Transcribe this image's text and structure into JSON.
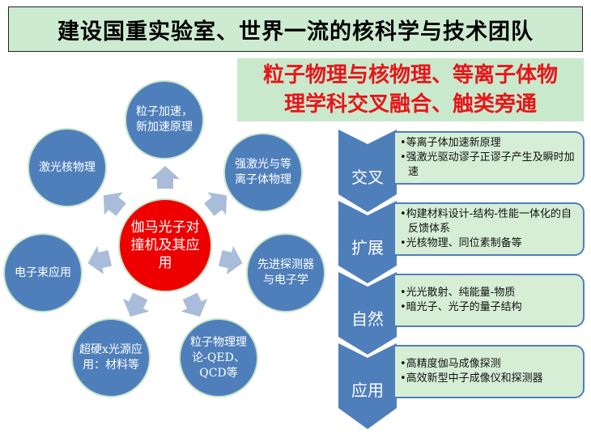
{
  "title": "建设国重实验室、世界一流的核科学与技术团队",
  "subtitle": {
    "line1": "粒子物理与核物理、等离子体物",
    "line2": "理学科交叉融合、触类旁通"
  },
  "hub": {
    "center": "伽马光子对撞机及其应用",
    "nodes": [
      "粒子加速，新加速原理",
      "强激光与等离子体物理",
      "先进探测器与电子学",
      "粒子物理理论-QED、QCD等",
      "超硬x光源应用：材料等",
      "电子束应用",
      "激光核物理"
    ]
  },
  "steps": [
    {
      "label": "交叉",
      "items": [
        "•等离子体加速新原理",
        "•强激光驱动谬子正谬子产生及瞬时加速"
      ]
    },
    {
      "label": "扩展",
      "items": [
        "•构建材料设计-结构-性能一体化的自反馈体系",
        "•光核物理、同位素制备等"
      ]
    },
    {
      "label": "自然",
      "items": [
        "•光光散射、纯能量-物质",
        "•暗光子、光子的量子结构"
      ]
    },
    {
      "label": "应用",
      "items": [
        "•高精度伽马成像探测",
        "•高效新型中子成像仪和探测器"
      ]
    }
  ],
  "colors": {
    "node": "#4f7fbb",
    "center": "#ee0000",
    "arrow": "#a9bcd9",
    "box": "#d6eed6",
    "subtitle_text": "#e8141a"
  }
}
